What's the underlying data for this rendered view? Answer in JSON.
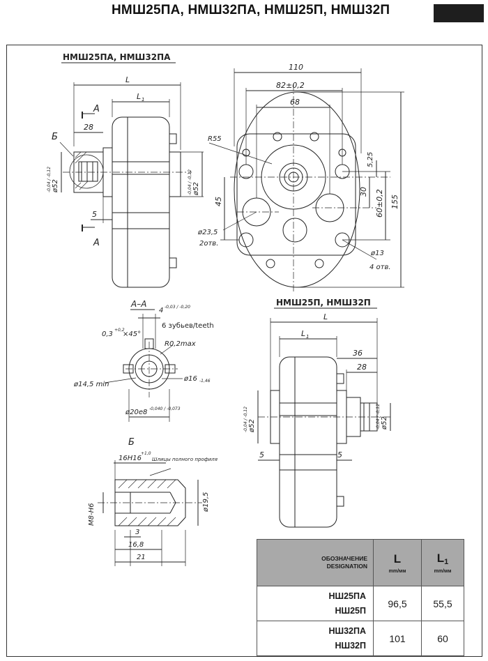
{
  "header": {
    "title": "НМШ25ПА, НМШ32ПА, НМШ25П, НМШ32П"
  },
  "views": {
    "side_pa": {
      "title": "НМШ25ПА, НМШ32ПА",
      "L": "L",
      "L1": "L",
      "L1_sub": "1",
      "section_A_top": "А",
      "section_A_bottom": "А",
      "detail_B": "Б",
      "dim_28": "28",
      "dim_5": "5",
      "dia_left": "ø52",
      "dia_left_tol": "-0,04 / -0,12",
      "dia_right": "ø52",
      "dia_right_tol": "-0,04 / -0,12"
    },
    "front": {
      "dim_110": "110",
      "dim_82": "82±0,2",
      "dim_68": "68",
      "R55": "R55",
      "dim_525": "5,25",
      "dim_30": "30",
      "dim_60": "60±0,2",
      "dim_155": "155",
      "dim_45": "45",
      "dia_235": "ø23,5",
      "holes_2": "2отв.",
      "dia_13": "ø13",
      "holes_4": "4 отв."
    },
    "section_aa": {
      "title": "А–А",
      "dim_4": "4",
      "dim_4_tol": "-0,03 / -0,20",
      "teeth": "6 зубьев/teeth",
      "chamfer": "0,3",
      "chamfer_tol": "+0,2",
      "chamfer_angle": "×45°",
      "radius": "R0,2max",
      "dia_145": "ø14,5 min",
      "dia_16": "ø16",
      "dia_16_tol": "-1,46",
      "dia_20": "ø20е8",
      "dia_20_tol": "-0,040 / -0,073"
    },
    "detail_b": {
      "title": "Б",
      "fit": "16Н16",
      "fit_tol": "+1,0",
      "note": "Шлицы полного профиля",
      "thread": "М8-Н6",
      "dia_195": "ø19,5",
      "dim_3": "3",
      "dim_168": "16,8",
      "dim_21": "21"
    },
    "side_p": {
      "title": "НМШ25П, НМШ32П",
      "L": "L",
      "L1": "L",
      "L1_sub": "1",
      "dim_36": "36",
      "dim_28": "28",
      "dim_5a": "5",
      "dim_5b": "5",
      "dia_left": "ø52",
      "dia_left_tol": "-0,04 / -0,12",
      "dia_right": "ø52",
      "dia_right_tol": "-0,04 / -0,12"
    }
  },
  "table": {
    "header": {
      "designation_ru": "ОБОЗНАЧЕНИЕ",
      "designation_en": "DESIGNATION",
      "L": "L",
      "L1": "L",
      "L1_sub": "1",
      "unit": "mm/мм"
    },
    "rows": [
      {
        "models": [
          "НШ25ПА",
          "НШ25П"
        ],
        "L": "96,5",
        "L1": "55,5"
      },
      {
        "models": [
          "НШ32ПА",
          "НШ32П"
        ],
        "L": "101",
        "L1": "60"
      }
    ]
  }
}
